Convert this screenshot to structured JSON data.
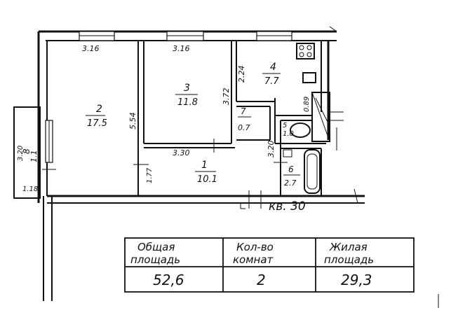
{
  "apartment_label": "кв. 30",
  "rooms": [
    {
      "id": "1",
      "area": "10.1"
    },
    {
      "id": "2",
      "area": "17.5"
    },
    {
      "id": "3",
      "area": "11.8"
    },
    {
      "id": "4",
      "area": "7.7"
    },
    {
      "id": "5",
      "area": "1.0"
    },
    {
      "id": "6",
      "area": "2.7"
    },
    {
      "id": "7",
      "area": "0.7"
    },
    {
      "id": "8",
      "area": "1.1"
    }
  ],
  "dimensions": {
    "room2_top": "3.16",
    "room3_top": "3.16",
    "room2_height": "5.54",
    "room3_height": "3.72",
    "room4_height": "2.24",
    "room1_width": "3.30",
    "room1_height": "1.77",
    "room4_small": "0.89",
    "hall_height": "3.20",
    "balcony_height": "3.20",
    "balcony_width": "1.18"
  },
  "summary_table": {
    "headers": [
      {
        "line1": "Общая",
        "line2": "площадь"
      },
      {
        "line1": "Кол-во",
        "line2": "комнат"
      },
      {
        "line1": "Жилая",
        "line2": "площадь"
      }
    ],
    "values": [
      "52,6",
      "2",
      "29,3"
    ]
  }
}
